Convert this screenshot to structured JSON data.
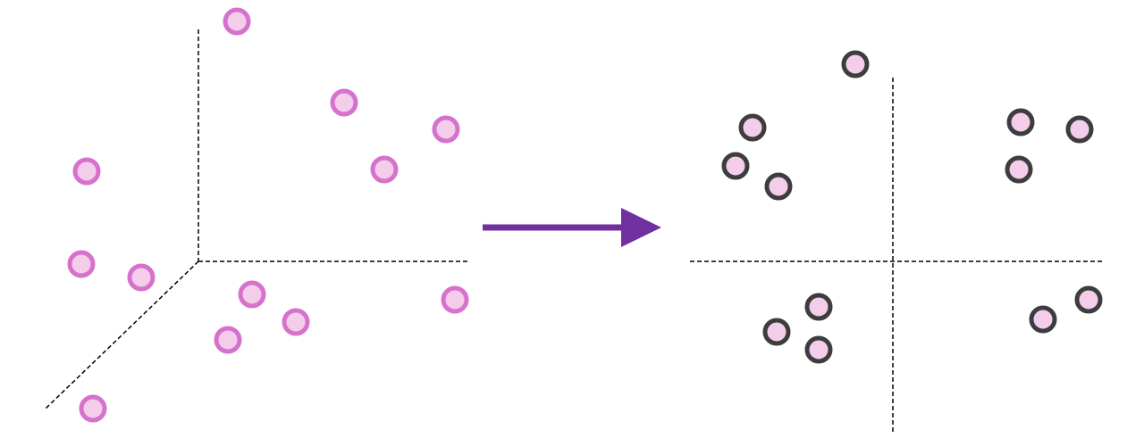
{
  "colors": {
    "background": "#ffffff",
    "point_fill": "#f3cdea",
    "input_point_stroke": "#d672cc",
    "output_point_stroke": "#3d3d3d",
    "axis": "#000000",
    "arrow": "#7030a0"
  },
  "input_space": {
    "axes": [
      "vertical-axis",
      "horizontal-axis",
      "depth-axis"
    ],
    "axis_style": "dashed",
    "point_count": 12
  },
  "transform_arrow": {
    "direction": "right",
    "icon": "arrow-right-icon"
  },
  "output_space": {
    "axes": [
      "horizontal-axis",
      "vertical-axis"
    ],
    "axis_style": "dashed",
    "point_count": 12,
    "clusters": [
      {
        "quadrant": "top-left",
        "point_count": 4
      },
      {
        "quadrant": "top-right",
        "point_count": 3
      },
      {
        "quadrant": "bottom-left",
        "point_count": 3
      },
      {
        "quadrant": "bottom-right",
        "point_count": 2
      }
    ]
  }
}
